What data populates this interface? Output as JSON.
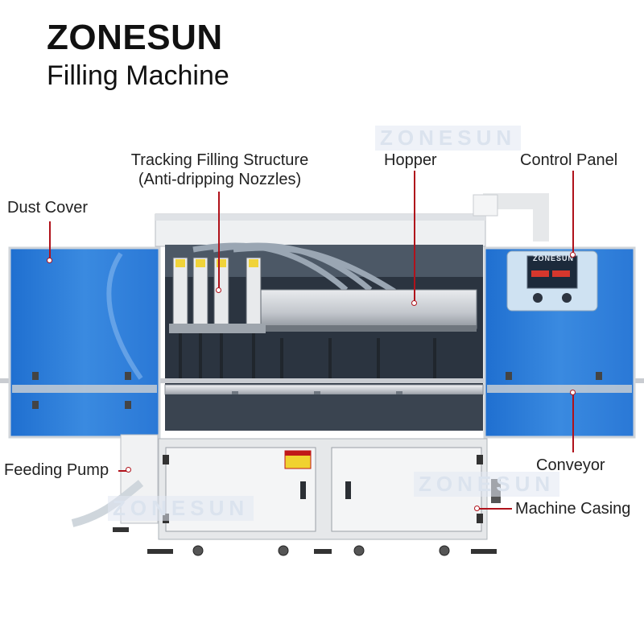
{
  "header": {
    "brand": "ZONESUN",
    "title": "Filling Machine"
  },
  "watermark": "ZONESUN",
  "control_panel_logo": "ZONESUN",
  "labels": {
    "dust_cover": "Dust Cover",
    "tracking_line1": "Tracking Filling Structure",
    "tracking_line2": "(Anti-dripping Nozzles)",
    "hopper": "Hopper",
    "control_panel": "Control Panel",
    "feeding_pump": "Feeding Pump",
    "conveyor": "Conveyor",
    "machine_casing": "Machine Casing"
  },
  "colors": {
    "accent": "#b0121b",
    "cover_blue": "#2f7fd6",
    "frame": "#d6d9dd"
  }
}
